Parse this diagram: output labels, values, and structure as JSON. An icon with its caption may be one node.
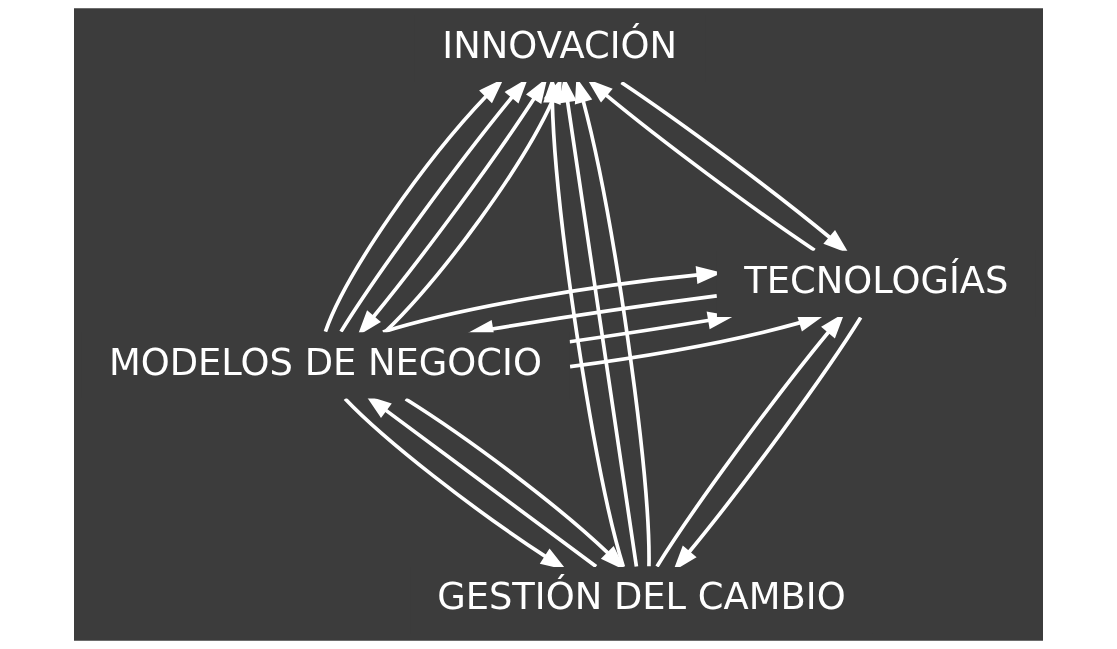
{
  "diagram": {
    "nodes": [
      {
        "text": [
          "MODELOS DE NEGOCIO"
        ]
      },
      {
        "text": [
          "TECNOLOGÍAS"
        ]
      },
      {
        "text": [
          "GESTIÓN DEL CAMBIO"
        ]
      },
      {
        "text": [
          "INNOVACIÓN"
        ]
      }
    ],
    "edges": [
      {
        "from": 0,
        "to": 2,
        "arrow": "to"
      },
      {
        "from": 0,
        "to": 1,
        "arrow": "to"
      },
      {
        "from": 0,
        "to": 1,
        "arrow": "to"
      },
      {
        "from": 0,
        "to": 1,
        "arrow": "to"
      },
      {
        "from": 1,
        "to": 0,
        "arrow": "to"
      },
      {
        "from": 0,
        "to": 2,
        "arrow": "to"
      },
      {
        "from": 0,
        "to": 3,
        "arrow": "to"
      },
      {
        "from": 0,
        "to": 3,
        "arrow": "to"
      },
      {
        "from": 2,
        "to": 0,
        "arrow": "to"
      },
      {
        "from": 0,
        "to": 3,
        "arrow": "both"
      },
      {
        "from": 0,
        "to": 3,
        "arrow": "to"
      },
      {
        "from": 1,
        "to": 3,
        "arrow": "to"
      },
      {
        "from": 1,
        "to": 2,
        "arrow": "to"
      },
      {
        "from": 2,
        "to": 1,
        "arrow": "to"
      },
      {
        "from": 3,
        "to": 1,
        "arrow": "to"
      },
      {
        "from": 2,
        "to": 3,
        "arrow": "to"
      },
      {
        "from": 2,
        "to": 3,
        "arrow": "to"
      },
      {
        "from": 2,
        "to": 3,
        "arrow": "to"
      }
    ]
  }
}
